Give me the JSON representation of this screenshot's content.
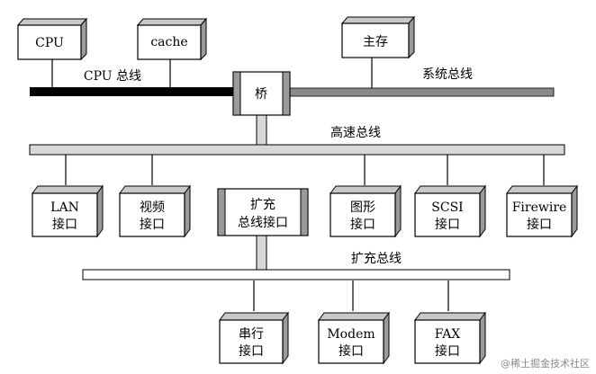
{
  "components": {
    "cpu": "CPU",
    "cache": "cache",
    "main_memory": "主存",
    "bridge": "桥",
    "lan": [
      "LAN",
      "接口"
    ],
    "video": [
      "视频",
      "接口"
    ],
    "expansion_bus_interface": [
      "扩充",
      "总线接口"
    ],
    "graphics": [
      "图形",
      "接口"
    ],
    "scsi": [
      "SCSI",
      "接口"
    ],
    "firewire": [
      "Firewire",
      "接口"
    ],
    "serial": [
      "串行",
      "接口"
    ],
    "modem": [
      "Modem",
      "接口"
    ],
    "fax": [
      "FAX",
      "接口"
    ]
  },
  "buses": {
    "cpu_bus": "CPU 总线",
    "system_bus": "系统总线",
    "high_speed_bus": "高速总线",
    "expansion_bus": "扩充总线"
  },
  "colors": {
    "cpu_bus": "#000000",
    "system_bus": "#8a8a8a",
    "bus_fill": "#d8d8d8",
    "box_side": "#9a9a9a",
    "box_top": "#c8c8c8"
  },
  "watermark": "@稀土掘金技术社区"
}
